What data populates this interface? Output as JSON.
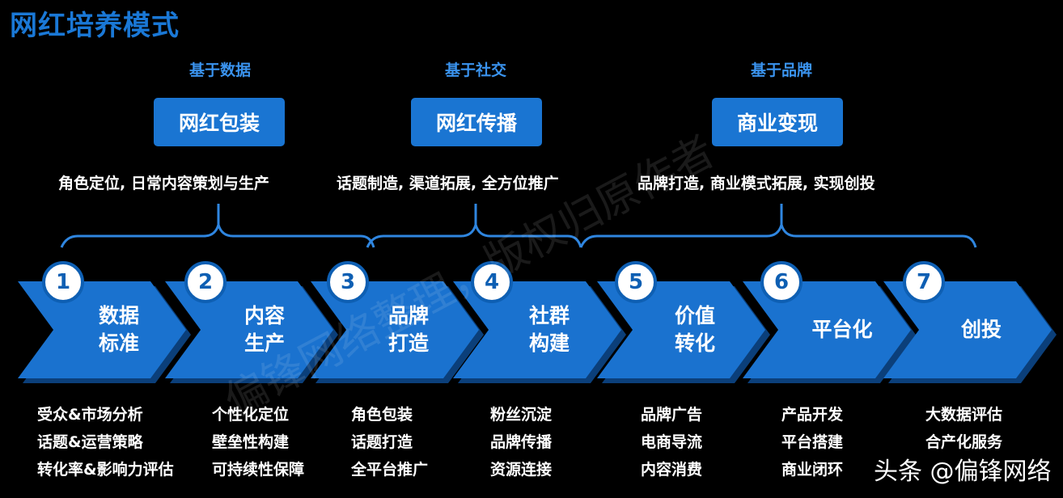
{
  "title": "网红培养模式",
  "phases": [
    {
      "basis": "基于数据",
      "label": "网红包装",
      "desc": "角色定位, 日常内容策划与生产"
    },
    {
      "basis": "基于社交",
      "label": "网红传播",
      "desc": "话题制造, 渠道拓展, 全方位推广"
    },
    {
      "basis": "基于品牌",
      "label": "商业变现",
      "desc": "品牌打造, 商业模式拓展, 实现创投"
    }
  ],
  "steps": [
    {
      "num": "1",
      "label": "数据\n标准",
      "items": [
        "受众&市场分析",
        "话题&运营策略",
        "转化率&影响力评估"
      ]
    },
    {
      "num": "2",
      "label": "内容\n生产",
      "items": [
        "个性化定位",
        "壁垒性构建",
        "可持续性保障"
      ]
    },
    {
      "num": "3",
      "label": "品牌\n打造",
      "items": [
        "角色包装",
        "话题打造",
        "全平台推广"
      ]
    },
    {
      "num": "4",
      "label": "社群\n构建",
      "items": [
        "粉丝沉淀",
        "品牌传播",
        "资源连接"
      ]
    },
    {
      "num": "5",
      "label": "价值\n转化",
      "items": [
        "品牌广告",
        "电商导流",
        "内容消费"
      ]
    },
    {
      "num": "6",
      "label": "平台化",
      "items": [
        "产品开发",
        "平台搭建",
        "商业闭环"
      ]
    },
    {
      "num": "7",
      "label": "创投",
      "items": [
        "大数据评估",
        "合产化服务"
      ]
    }
  ],
  "watermark_text": "偏锋网络整理，版权归原作者",
  "source_text": "头条 @偏锋网络",
  "colors": {
    "accent": "#1a75d2",
    "heading": "#1a78d6",
    "chevron": "#1a72cf",
    "chevron_shadow": "#0b3f7a",
    "background": "#000000"
  }
}
